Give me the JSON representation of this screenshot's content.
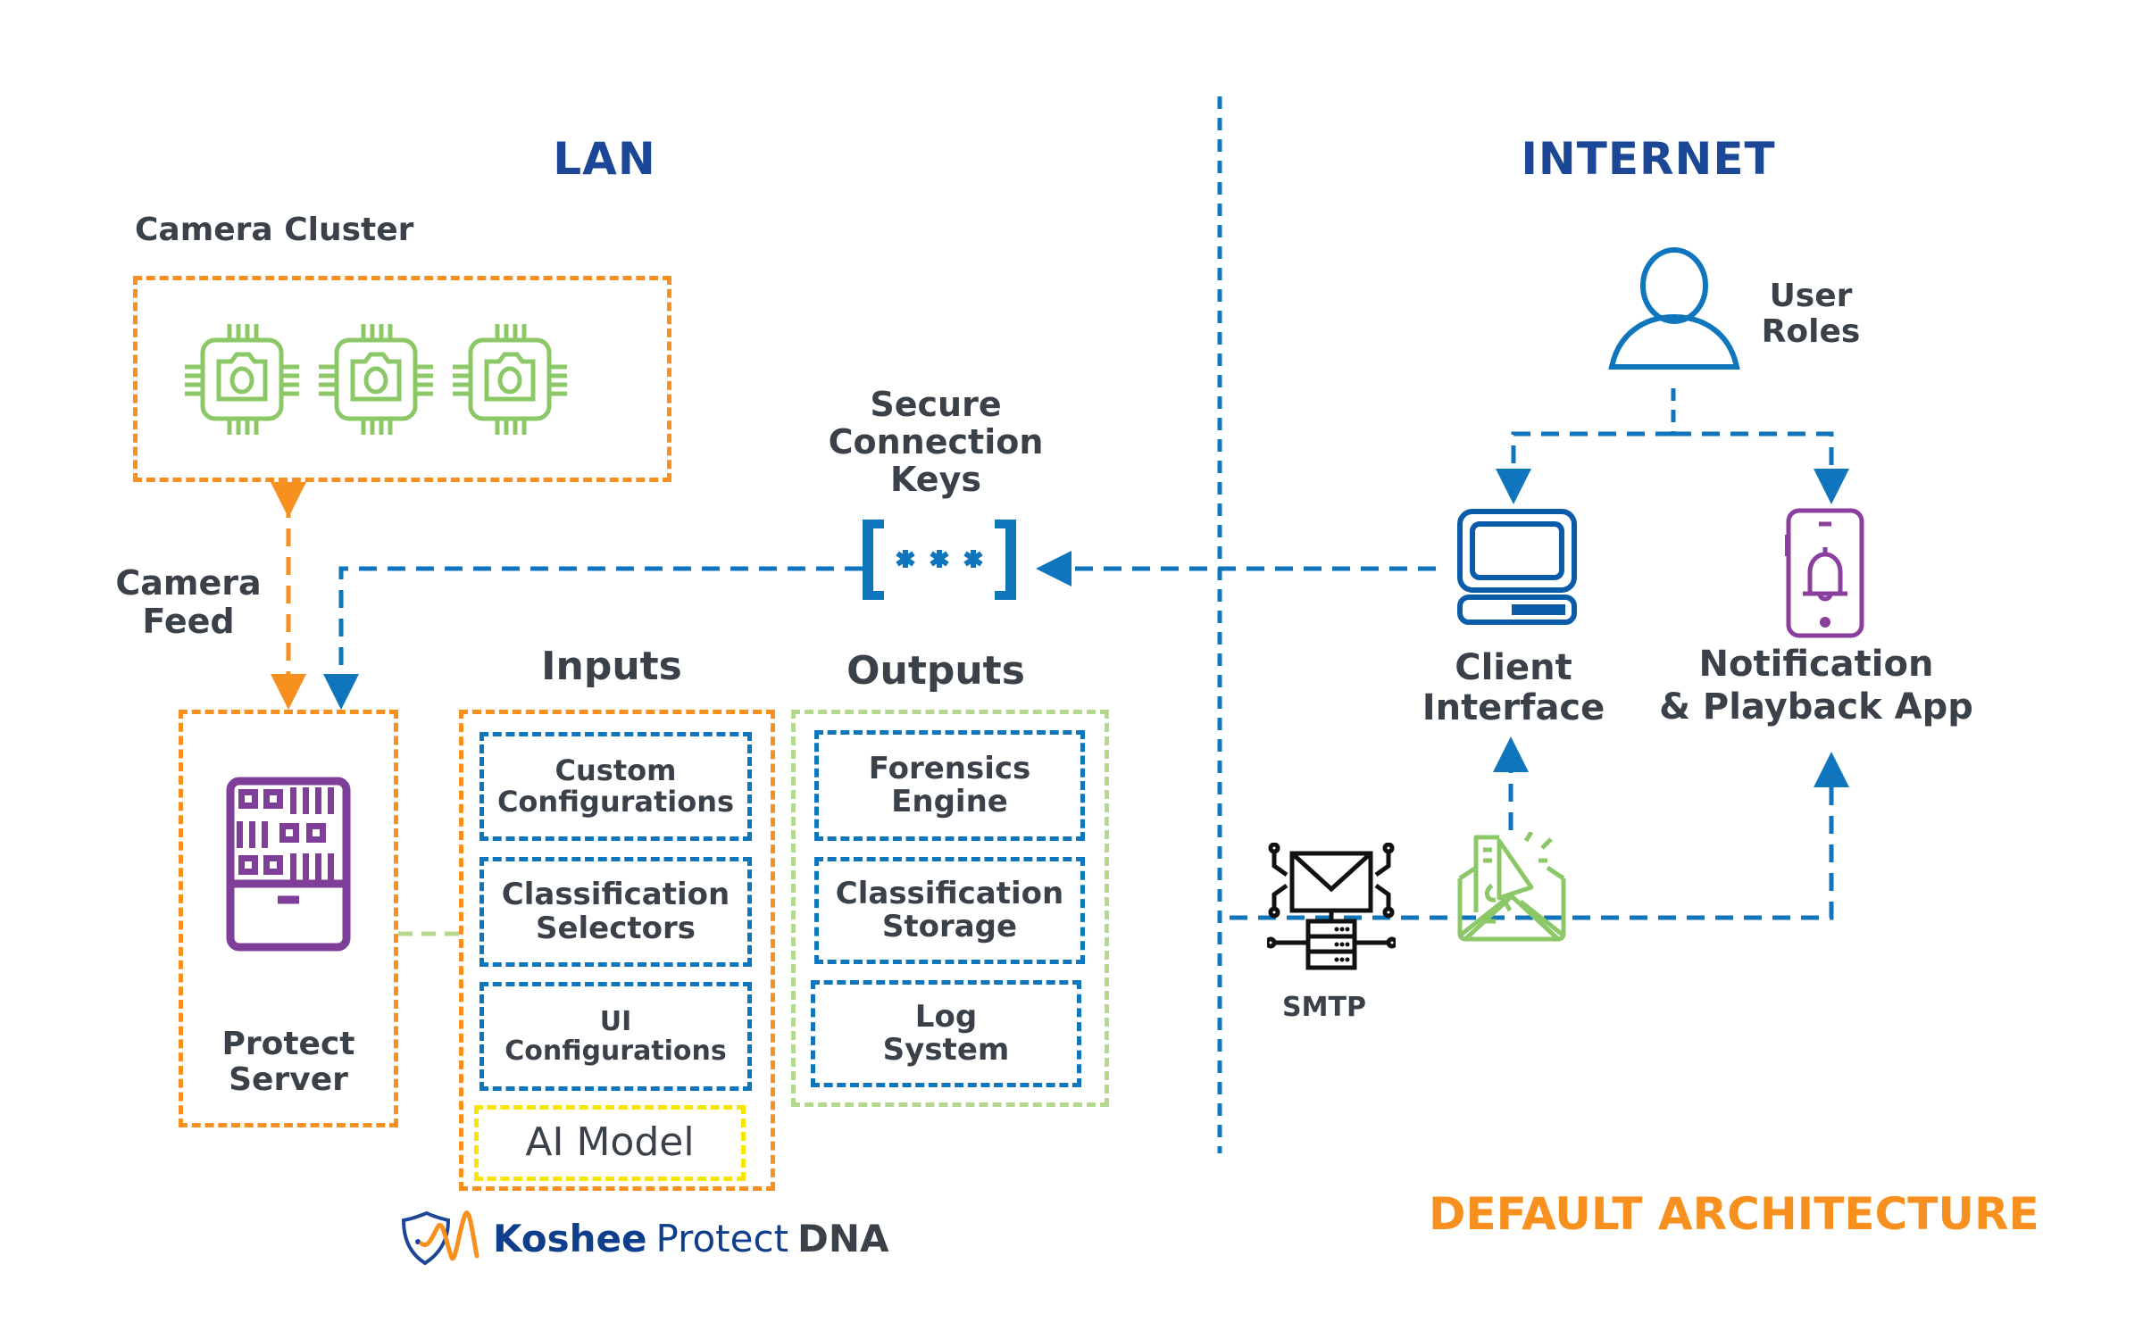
{
  "diagram": {
    "zones": {
      "lan_title": "LAN",
      "internet_title": "INTERNET"
    },
    "camera_cluster": {
      "label": "Camera Cluster",
      "camera_count": 3
    },
    "camera_feed_label": "Camera\nFeed",
    "protect_server": {
      "label": "Protect\nServer"
    },
    "inputs": {
      "title": "Inputs",
      "items": [
        {
          "label": "Custom\nConfigurations"
        },
        {
          "label": "Classification\nSelectors"
        },
        {
          "label": "UI\nConfigurations"
        }
      ],
      "ai_model": "AI Model"
    },
    "outputs": {
      "title": "Outputs",
      "items": [
        {
          "label": "Forensics\nEngine"
        },
        {
          "label": "Classification\nStorage"
        },
        {
          "label": "Log\nSystem"
        }
      ]
    },
    "secure_keys": {
      "label": "Secure\nConnection\nKeys",
      "glyph": "[***]"
    },
    "user_roles_label": "User\nRoles",
    "client_interface_label": "Client\nInterface",
    "notification_app_label": "Notification\n& Playback App",
    "smtp_label": "SMTP",
    "brand": {
      "name_bold": "Koshee",
      "name_regular": "Protect",
      "name_suffix": "DNA"
    },
    "footer_title": "DEFAULT ARCHITECTURE",
    "colors": {
      "navy": "#1c4797",
      "blue": "#0f75bc",
      "orange": "#f7901e",
      "green": "#8cc868",
      "light_green": "#b4d98e",
      "yellow": "#f6e600",
      "purple": "#7f3f98",
      "text": "#3b4149"
    }
  }
}
